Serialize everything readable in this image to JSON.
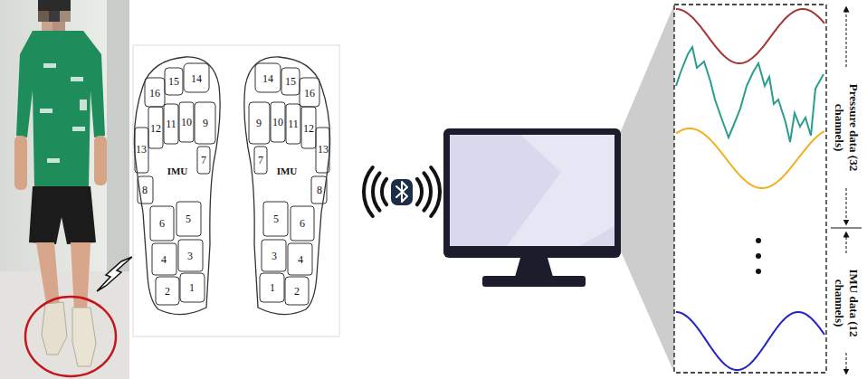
{
  "diagram": {
    "labels": [
      "16",
      "15",
      "14",
      "12",
      "11",
      "10",
      "9",
      "13",
      "7",
      "IMU",
      "8",
      "6",
      "5",
      "4",
      "3",
      "2",
      "1",
      "14",
      "15",
      "16",
      "9",
      "10",
      "11",
      "12",
      "13",
      "7",
      "IMU",
      "8",
      "5",
      "6",
      "3",
      "4",
      "1",
      "2",
      "Pressure data (32 channels)",
      "IMU data (12 channels)"
    ]
  }
}
